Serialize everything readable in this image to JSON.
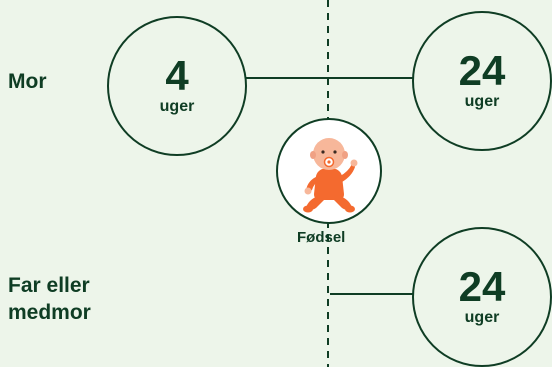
{
  "rows": [
    {
      "label": "Mor",
      "left_value": "4",
      "left_unit": "uger",
      "right_value": "24",
      "right_unit": "uger"
    },
    {
      "label": "Far eller\nmedmor",
      "right_value": "24",
      "right_unit": "uger"
    }
  ],
  "birth": {
    "caption": "Fødsel",
    "icon": "baby-icon"
  },
  "colors": {
    "background": "#edf5ea",
    "ink": "#0f3d24",
    "baby": "#f46a2f",
    "skin": "#f7b79a"
  }
}
